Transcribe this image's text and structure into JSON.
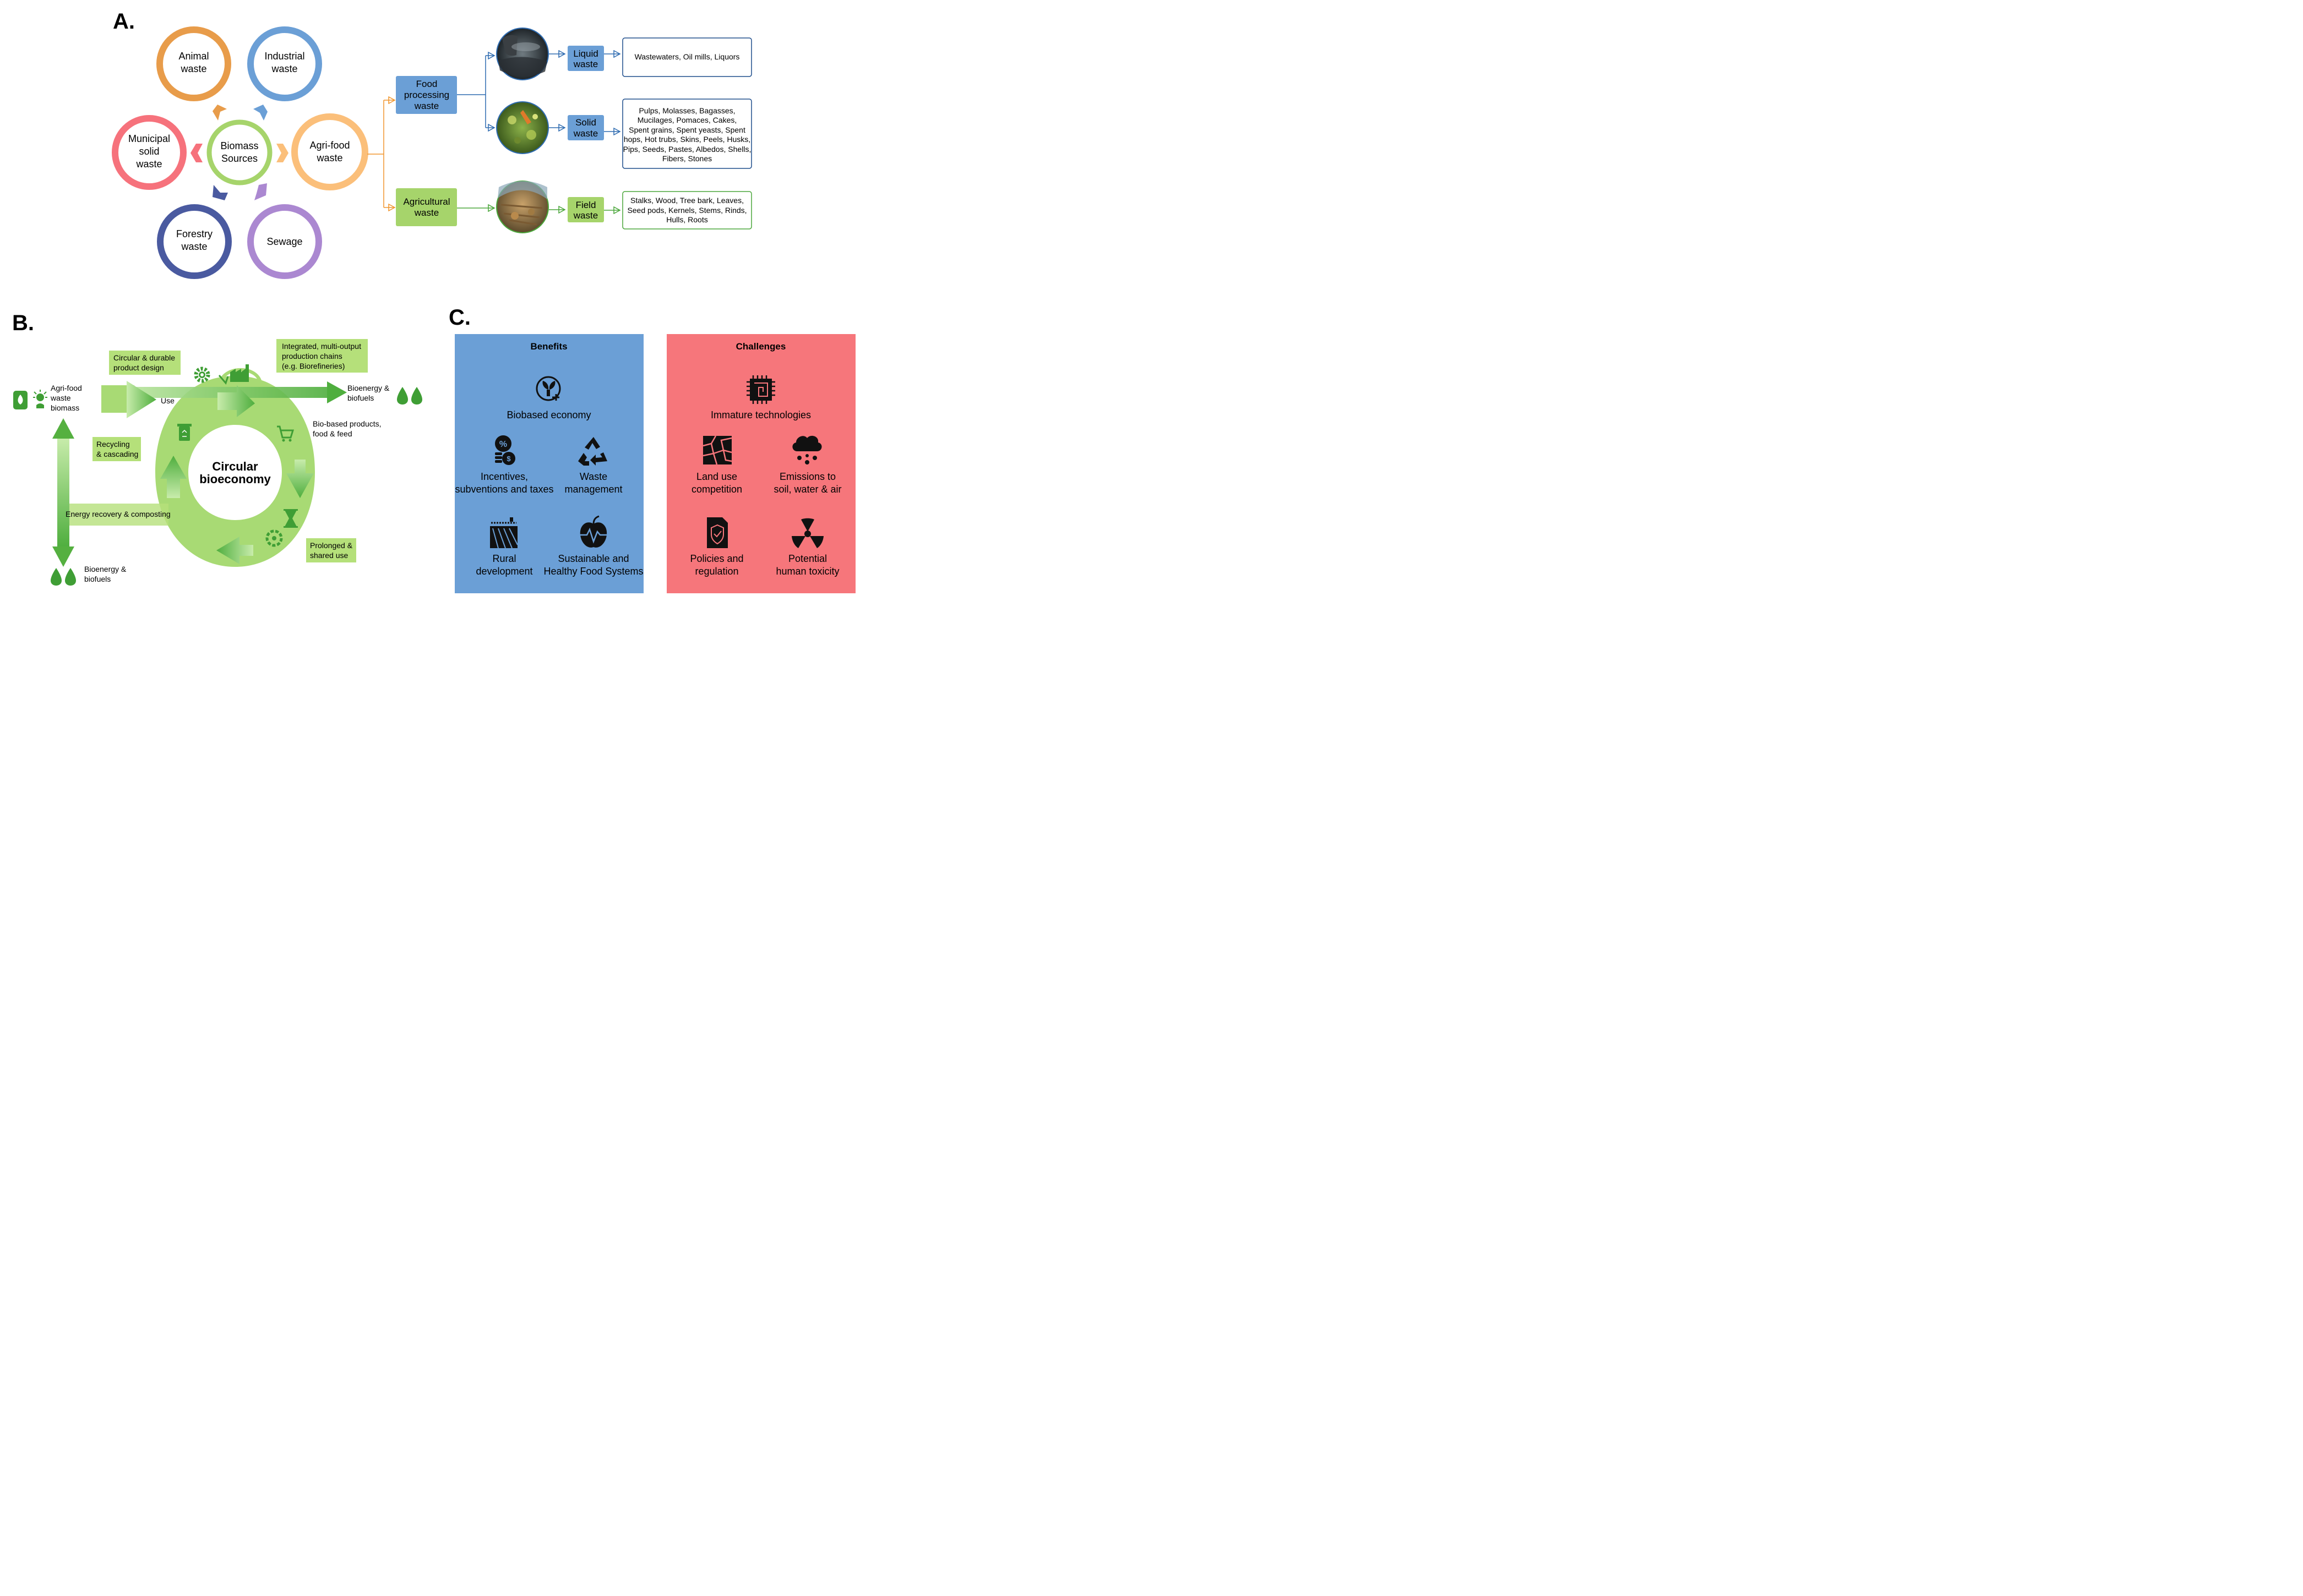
{
  "panelA": {
    "label": "A.",
    "center": {
      "line1": "Biomass",
      "line2": "Sources",
      "color": "#a6d46b"
    },
    "sources": [
      {
        "line1": "Animal",
        "line2": "waste",
        "line3": "",
        "color": "#e89c4a"
      },
      {
        "line1": "Industrial",
        "line2": "waste",
        "line3": "",
        "color": "#6b9fd6"
      },
      {
        "line1": "Agri-food",
        "line2": "waste",
        "line3": "",
        "color": "#fbbf7a"
      },
      {
        "line1": "Sewage",
        "line2": "",
        "line3": "",
        "color": "#ab88d1"
      },
      {
        "line1": "Forestry",
        "line2": "waste",
        "line3": "",
        "color": "#4a5aa0"
      },
      {
        "line1": "Municipal",
        "line2": "solid",
        "line3": "waste",
        "color": "#f6727c"
      }
    ],
    "food_box": {
      "line1": "Food",
      "line2": "processing",
      "line3": "waste"
    },
    "agri_box": {
      "line1": "Agricultural",
      "line2": "waste"
    },
    "liquid": {
      "line1": "Liquid",
      "line2": "waste",
      "desc": "Wastewaters, Oil mills, Liquors"
    },
    "solid": {
      "line1": "Solid",
      "line2": "waste",
      "desc": [
        "Pulps, Molasses, Bagasses,",
        "Mucilages, Pomaces, Cakes,",
        "Spent grains, Spent yeasts, Spent",
        "hops, Hot trubs, Skins, Peels, Husks,",
        "Pips, Seeds, Pastes, Albedos, Shells,",
        "Fibers, Stones"
      ]
    },
    "field": {
      "line1": "Field",
      "line2": "waste",
      "desc": [
        "Stalks, Wood, Tree bark, Leaves,",
        "Seed pods, Kernels, Stems, Rinds,",
        "Hulls, Roots"
      ]
    },
    "colors": {
      "blue_box": "#6b9fd6",
      "green_box": "#a6d46b",
      "blue_line": "#2e6bb0",
      "green_line": "#4aa63a",
      "orange_line": "#f0962e",
      "blue_border": "#1f4e8c"
    }
  },
  "panelB": {
    "label": "B.",
    "agri_food": [
      "Agri-food",
      "waste",
      "biomass"
    ],
    "use": "Use",
    "circular_design": [
      "Circular & durable",
      "product design"
    ],
    "integrated": [
      "Integrated, multi-output",
      "production chains",
      "(e.g. Biorefineries)"
    ],
    "bioenergy_top": [
      "Bioenergy &",
      "biofuels"
    ],
    "biobased": [
      "Bio-based products,",
      "food & feed"
    ],
    "recycling": [
      "Recycling",
      "& cascading"
    ],
    "center": [
      "Circular",
      "bioeconomy"
    ],
    "energy_recovery": "Energy recovery & composting",
    "prolonged": [
      "Prolonged &",
      "shared use"
    ],
    "bioenergy_bottom": [
      "Bioenergy &",
      "biofuels"
    ],
    "colors": {
      "label_box": "#b5e07a",
      "ring": "#a6d970",
      "arrow": "#55b040",
      "icon": "#3f9e35"
    }
  },
  "panelC": {
    "label": "C.",
    "benefits": {
      "title": "Benefits",
      "color": "#6b9fd6",
      "items": [
        {
          "lines": [
            "Biobased economy"
          ],
          "icon": "plant-plug-icon"
        },
        {
          "lines": [
            "Incentives,",
            "subventions and taxes"
          ],
          "icon": "money-percent-icon"
        },
        {
          "lines": [
            "Waste",
            "management"
          ],
          "icon": "recycle-icon"
        },
        {
          "lines": [
            "Rural",
            "development"
          ],
          "icon": "farm-field-icon"
        },
        {
          "lines": [
            "Sustainable and",
            "Healthy Food Systems"
          ],
          "icon": "apple-heartbeat-icon"
        }
      ]
    },
    "challenges": {
      "title": "Challenges",
      "color": "#f6767b",
      "items": [
        {
          "lines": [
            "Immature technologies"
          ],
          "icon": "chip-icon"
        },
        {
          "lines": [
            "Land use",
            "competition"
          ],
          "icon": "cracked-land-icon"
        },
        {
          "lines": [
            "Emissions to",
            "soil, water & air"
          ],
          "icon": "polluted-cloud-icon"
        },
        {
          "lines": [
            "Policies and",
            "regulation"
          ],
          "icon": "policy-document-icon"
        },
        {
          "lines": [
            "Potential",
            "human toxicity"
          ],
          "icon": "radiation-icon"
        }
      ]
    }
  }
}
